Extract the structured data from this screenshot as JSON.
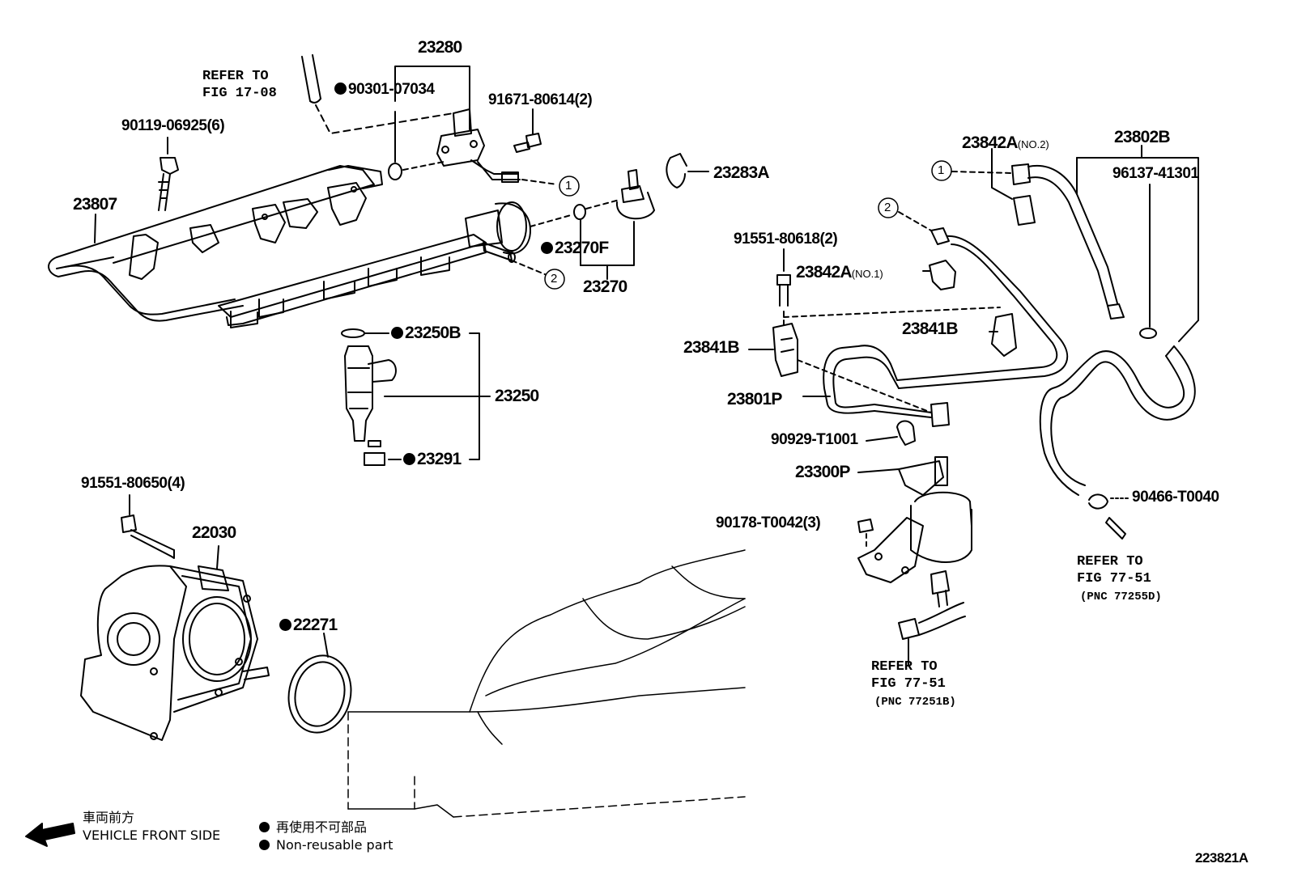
{
  "diagram_id": "223821A",
  "legend": {
    "direction_jp": "車両前方",
    "direction_en": "VEHICLE FRONT SIDE",
    "nonreusable_jp": "再使用不可部品",
    "nonreusable_en": "Non-reusable part"
  },
  "refs": {
    "fig_17_08": "REFER TO\nFIG 17-08",
    "fig_77_51_a": "REFER TO\nFIG 77-51",
    "pnc_a": "(PNC 77255D)",
    "fig_77_51_b": "REFER TO\nFIG 77-51",
    "pnc_b": "(PNC 77251B)"
  },
  "callouts": {
    "one": "1",
    "two": "2"
  },
  "parts": {
    "p23280": "23280",
    "p90301": "90301-07034",
    "p91671": "91671-80614(2)",
    "p90119": "90119-06925(6)",
    "p23807": "23807",
    "p23283A": "23283A",
    "p23270F": "23270F",
    "p23270": "23270",
    "p23250B": "23250B",
    "p23250": "23250",
    "p23291": "23291",
    "p91551_650": "91551-80650(4)",
    "p22030": "22030",
    "p22271": "22271",
    "p23842A_2": "23842A",
    "p23842A_2_note": "(NO.2)",
    "p23802B": "23802B",
    "p96137": "96137-41301",
    "p91551_618": "91551-80618(2)",
    "p23842A_1": "23842A",
    "p23842A_1_note": "(NO.1)",
    "p23841B_a": "23841B",
    "p23841B_b": "23841B",
    "p23801P": "23801P",
    "p90929": "90929-T1001",
    "p23300P": "23300P",
    "p90178": "90178-T0042(3)",
    "p90466": "90466-T0040"
  }
}
